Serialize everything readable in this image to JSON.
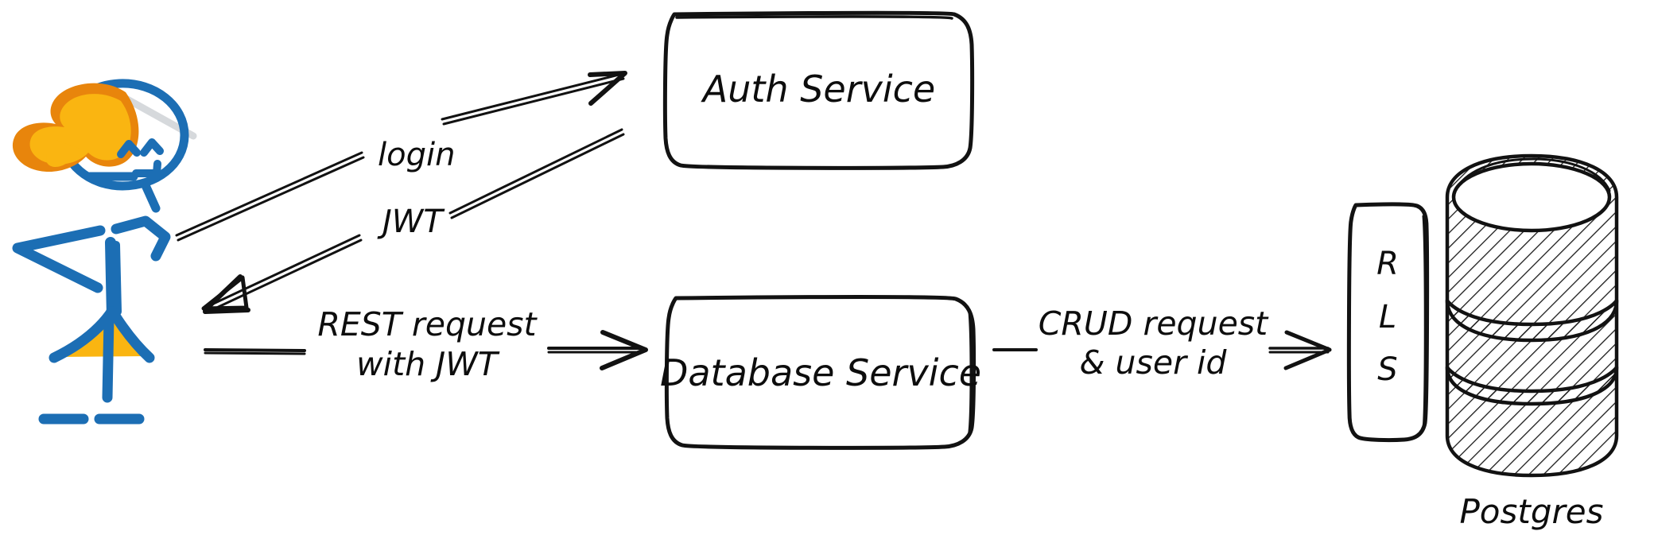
{
  "diagram": {
    "title": "Auth and database access flow",
    "background_color": "#ffffff",
    "ink_color": "#121212",
    "accent_blue": "#1c6eb4",
    "accent_orange_dark": "#e8850c",
    "accent_orange_light": "#fab511"
  },
  "actor": {
    "name": "user-stick-figure",
    "label": ""
  },
  "nodes": [
    {
      "id": "auth-service",
      "label": "Auth Service",
      "shape": "rounded-rect"
    },
    {
      "id": "database-service",
      "label": "Database Service",
      "shape": "rounded-rect"
    },
    {
      "id": "rls-gate",
      "label": "RLS",
      "letters": [
        "R",
        "L",
        "S"
      ],
      "shape": "rounded-rect-vertical"
    },
    {
      "id": "postgres",
      "label": "Postgres",
      "shape": "database-cylinder"
    }
  ],
  "edges": [
    {
      "id": "edge-login",
      "from": "user",
      "to": "auth-service",
      "label": "login",
      "direction": "right-up"
    },
    {
      "id": "edge-jwt",
      "from": "auth-service",
      "to": "user",
      "label": "JWT",
      "direction": "left-down"
    },
    {
      "id": "edge-rest-request",
      "from": "user",
      "to": "database-service",
      "label_line1": "REST request",
      "label_line2": "with JWT",
      "direction": "right"
    },
    {
      "id": "edge-crud-request",
      "from": "database-service",
      "to": "rls-gate",
      "label_line1": "CRUD request",
      "label_line2": "& user id",
      "direction": "right"
    }
  ]
}
